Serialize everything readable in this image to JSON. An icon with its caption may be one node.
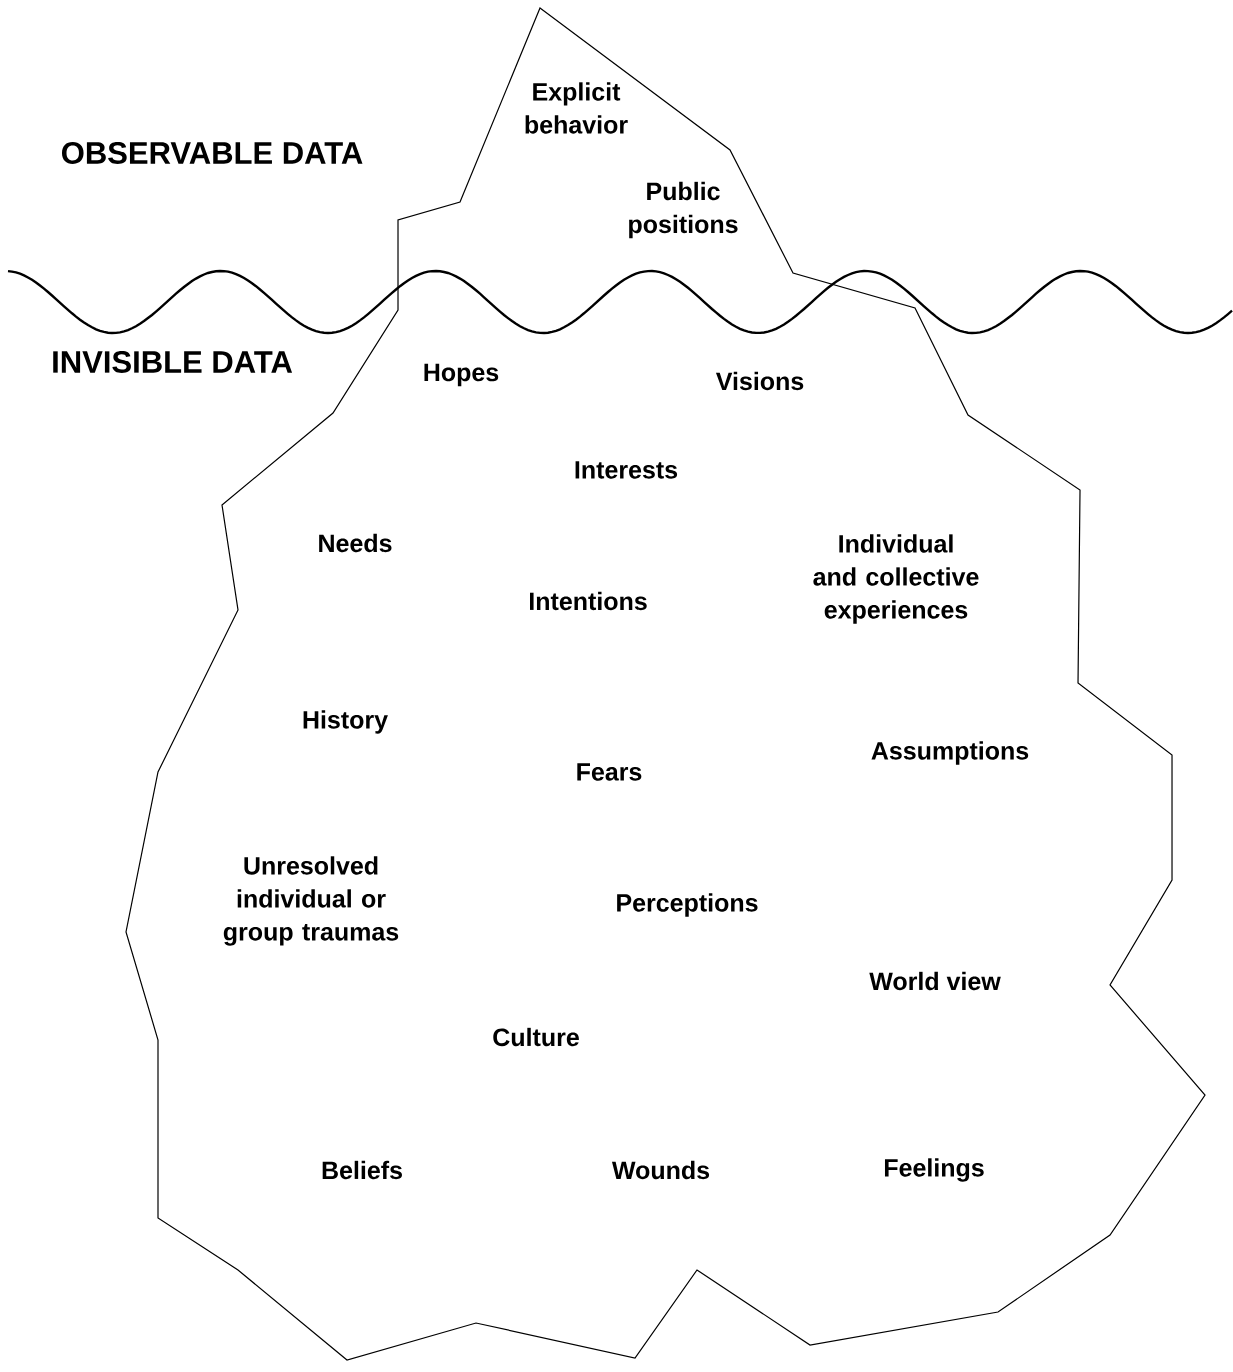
{
  "diagram": {
    "labels": [
      "Explicit behavior",
      "OBSERVABLE DATA",
      "Public positions",
      "INVISIBLE DATA",
      "Hopes",
      "Visions",
      "Interests",
      "Needs",
      "Individual and collective experiences",
      "Intentions",
      "History",
      "Assumptions",
      "Fears",
      "Unresolved individual or group traumas",
      "Perceptions",
      "World view",
      "Culture",
      "Beliefs",
      "Wounds",
      "Feelings"
    ]
  }
}
